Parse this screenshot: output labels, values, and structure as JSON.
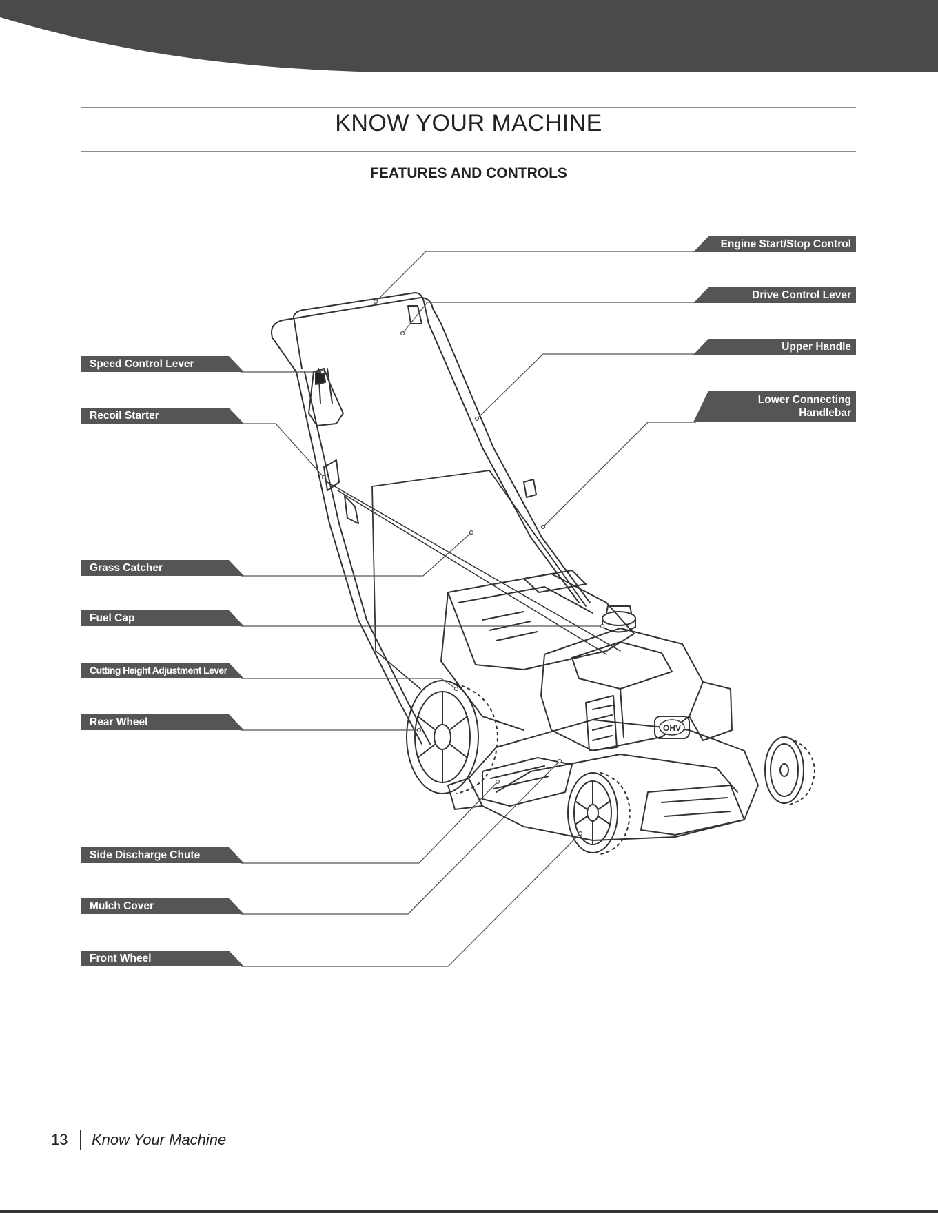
{
  "page": {
    "title": "KNOW YOUR MACHINE",
    "subtitle": "FEATURES AND CONTROLS",
    "page_number": "13",
    "footer_text": "Know Your Machine"
  },
  "colors": {
    "header_band": "#4a4a4a",
    "label_tab": "#555555",
    "leader_line": "#555555"
  },
  "labels": {
    "engine_start_stop_control": "Engine Start/Stop Control",
    "drive_control_lever": "Drive Control Lever",
    "upper_handle": "Upper Handle",
    "lower_connecting_handlebar": "Lower Connecting Handlebar",
    "speed_control_lever": "Speed Control Lever",
    "recoil_starter": "Recoil Starter",
    "grass_catcher": "Grass Catcher",
    "fuel_cap": "Fuel Cap",
    "cutting_height_adjustment_lever": "Cutting Height Adjustment Lever",
    "rear_wheel": "Rear Wheel",
    "side_discharge_chute": "Side Discharge Chute",
    "mulch_cover": "Mulch Cover",
    "front_wheel": "Front Wheel"
  },
  "illustration": {
    "engine_badge": "OHV"
  }
}
